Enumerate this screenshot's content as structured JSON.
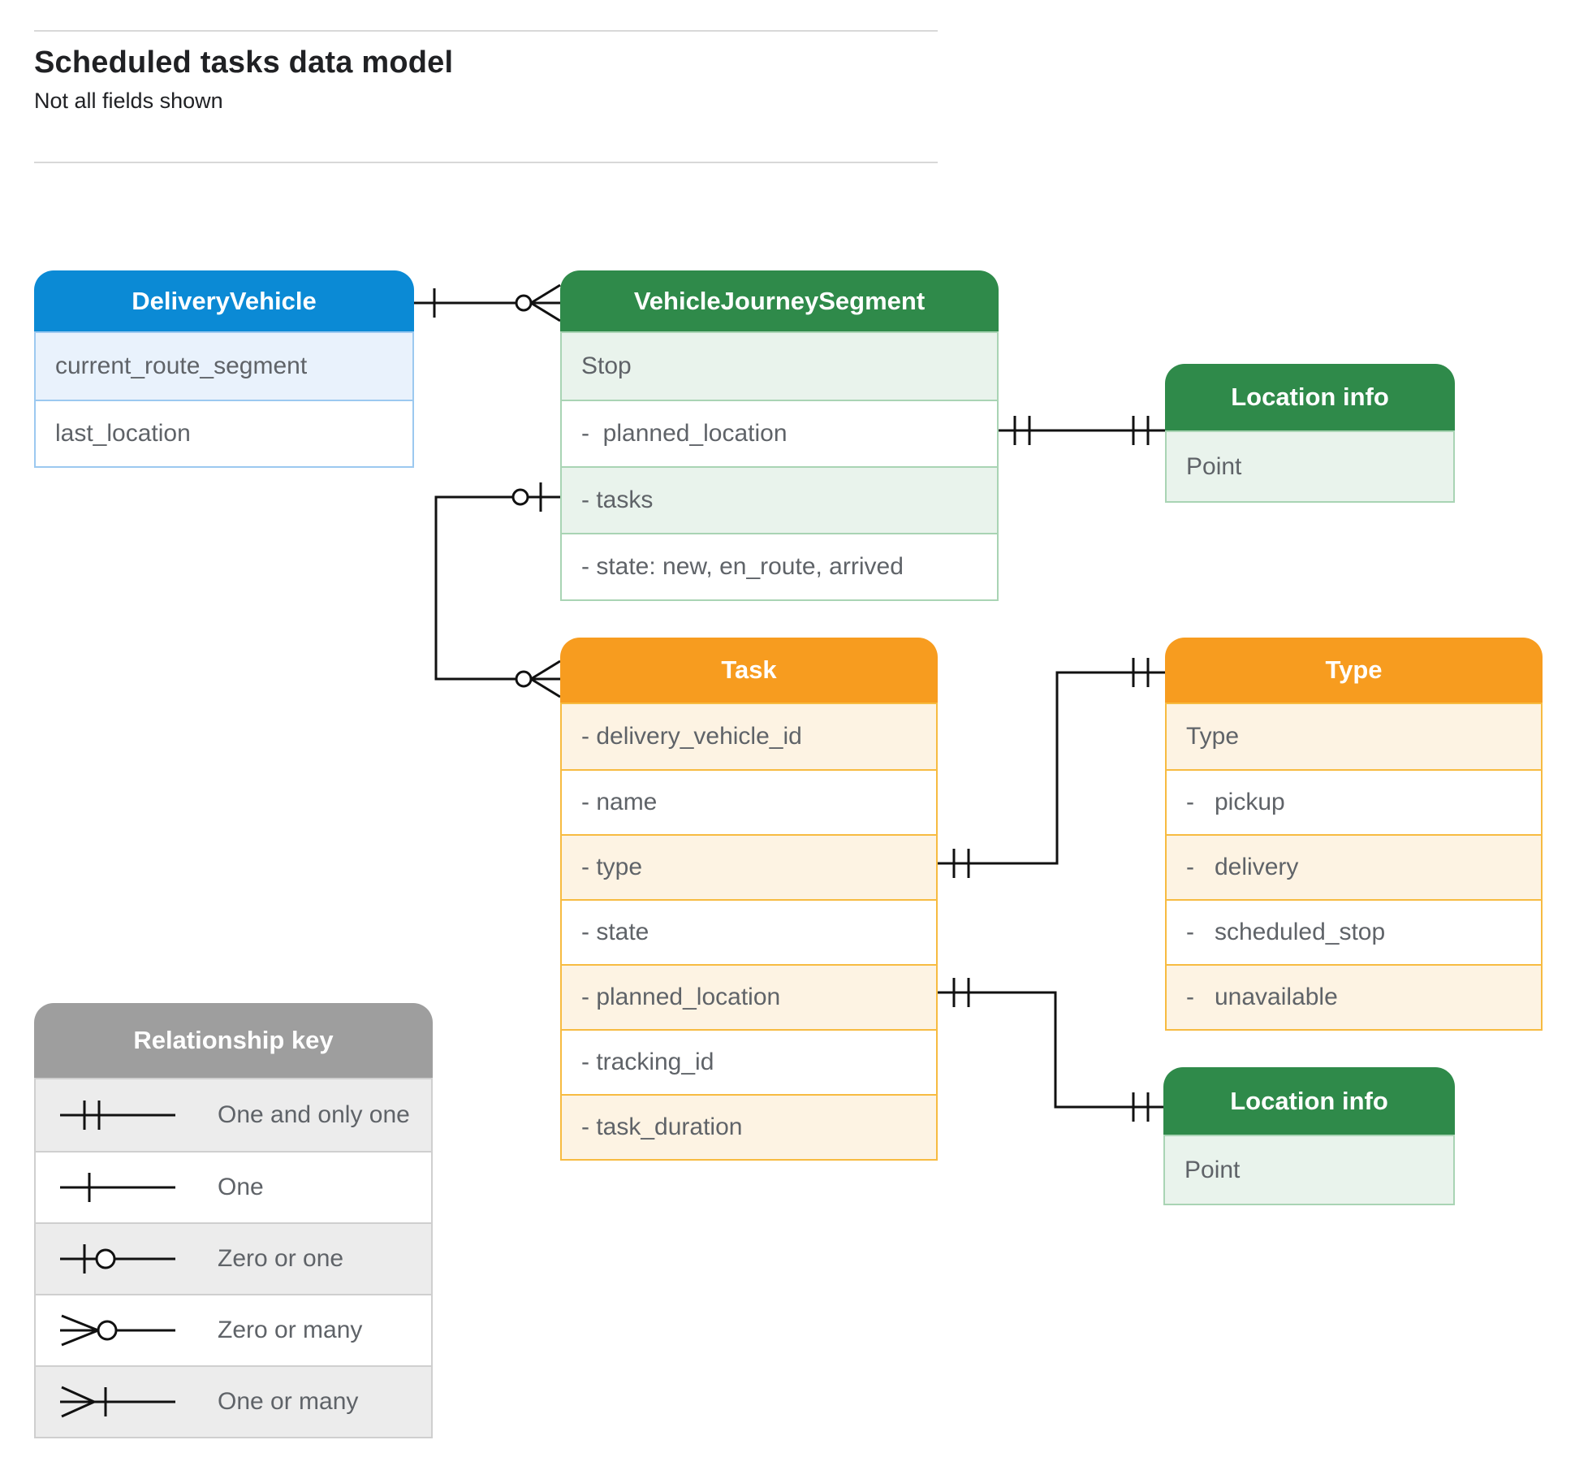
{
  "page": {
    "title": "Scheduled tasks data model",
    "subtitle": "Not all fields shown"
  },
  "entities": {
    "delivery_vehicle": {
      "title": "DeliveryVehicle",
      "fields": [
        "current_route_segment",
        "last_location"
      ]
    },
    "vehicle_journey_segment": {
      "title": "VehicleJourneySegment",
      "fields": [
        "Stop",
        "-  planned_location",
        "- tasks",
        "- state: new, en_route, arrived"
      ]
    },
    "location_info_stop": {
      "title": "Location info",
      "fields": [
        "Point"
      ]
    },
    "task": {
      "title": "Task",
      "fields": [
        "- delivery_vehicle_id",
        "- name",
        "- type",
        "- state",
        "- planned_location",
        "- tracking_id",
        "- task_duration"
      ]
    },
    "type": {
      "title": "Type",
      "fields": [
        "Type",
        "-   pickup",
        "-   delivery",
        "-   scheduled_stop",
        "-   unavailable"
      ]
    },
    "location_info_task": {
      "title": "Location info",
      "fields": [
        "Point"
      ]
    }
  },
  "relationships": [
    {
      "from": "DeliveryVehicle",
      "to": "VehicleJourneySegment",
      "from_cardinality": "one",
      "to_cardinality": "zero-or-many"
    },
    {
      "from": "VehicleJourneySegment.tasks",
      "to": "Task",
      "from_cardinality": "zero-or-one",
      "to_cardinality": "zero-or-many"
    },
    {
      "from": "VehicleJourneySegment.planned_location",
      "to": "Location info (Stop)",
      "from_cardinality": "one-and-only-one",
      "to_cardinality": "one-and-only-one"
    },
    {
      "from": "Task.type",
      "to": "Type",
      "from_cardinality": "one-and-only-one",
      "to_cardinality": "one-and-only-one"
    },
    {
      "from": "Task.planned_location",
      "to": "Location info (Task)",
      "from_cardinality": "one-and-only-one",
      "to_cardinality": "one-and-only-one"
    }
  ],
  "legend": {
    "title": "Relationship key",
    "items": [
      {
        "symbol": "one-and-only-one",
        "label": "One and only one"
      },
      {
        "symbol": "one",
        "label": "One"
      },
      {
        "symbol": "zero-or-one",
        "label": "Zero or one"
      },
      {
        "symbol": "zero-or-many",
        "label": "Zero or many"
      },
      {
        "symbol": "one-or-many",
        "label": "One or many"
      }
    ]
  },
  "colors": {
    "blue_header": "#0b8ad5",
    "blue_row": "#e9f2fc",
    "blue_border": "#9cc9f0",
    "green_header": "#2f8a4a",
    "green_row": "#e9f3ec",
    "green_border": "#a9d4b4",
    "orange_header": "#f79c1f",
    "orange_row": "#fdf3e3",
    "orange_border": "#f7bb41",
    "gray_header": "#9e9e9e",
    "gray_row": "#ececec",
    "gray_border": "#cfcfcf",
    "field_text": "#5f6368",
    "title_text": "#202124",
    "connector": "#111111",
    "rule": "#d8d8d8"
  }
}
